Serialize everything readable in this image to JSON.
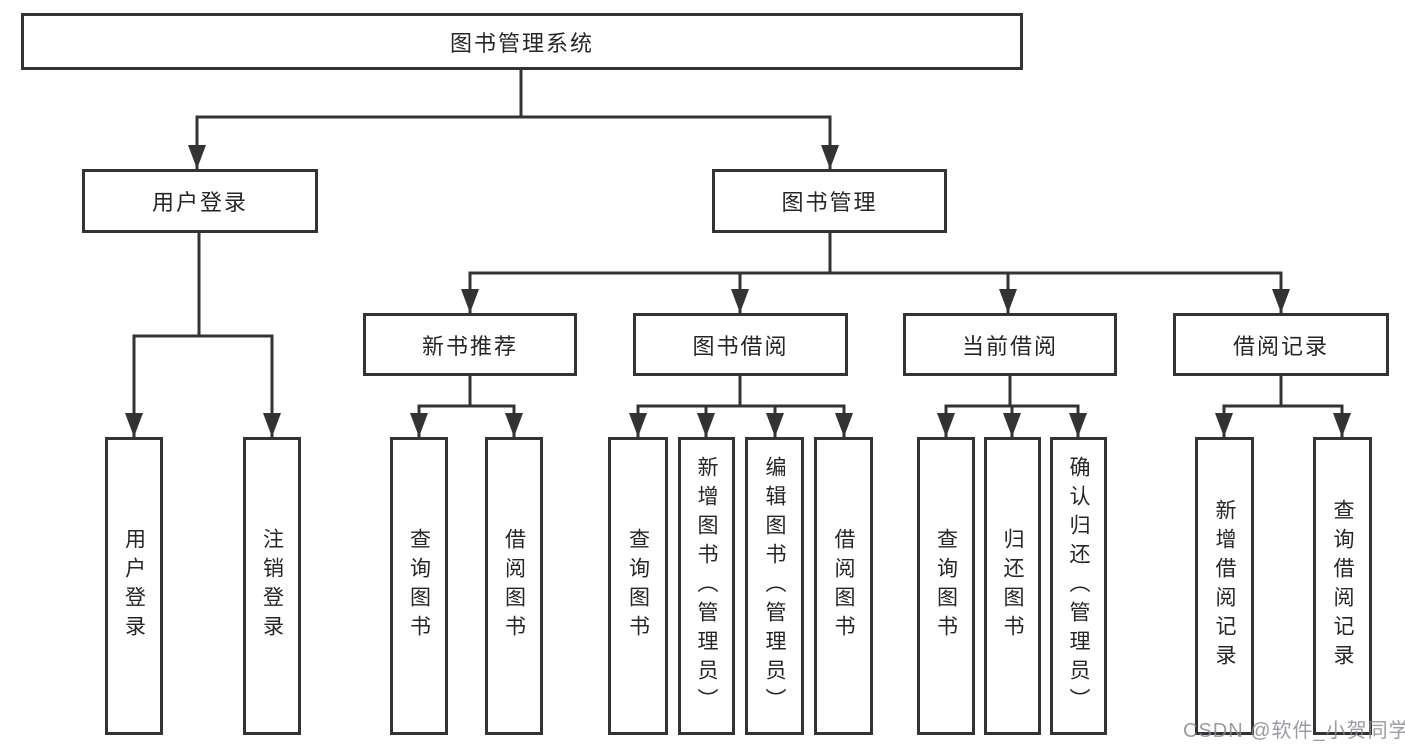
{
  "diagram": {
    "type": "tree",
    "root": {
      "label": "图书管理系统",
      "children": [
        {
          "label": "用户登录",
          "children": [
            {
              "label": "用户登录"
            },
            {
              "label": "注销登录"
            }
          ]
        },
        {
          "label": "图书管理",
          "children": [
            {
              "label": "新书推荐",
              "children": [
                {
                  "label": "查询图书"
                },
                {
                  "label": "借阅图书"
                }
              ]
            },
            {
              "label": "图书借阅",
              "children": [
                {
                  "label": "查询图书"
                },
                {
                  "label": "新增图书（管理员）"
                },
                {
                  "label": "编辑图书（管理员）"
                },
                {
                  "label": "借阅图书"
                }
              ]
            },
            {
              "label": "当前借阅",
              "children": [
                {
                  "label": "查询图书"
                },
                {
                  "label": "归还图书"
                },
                {
                  "label": "确认归还（管理员）"
                }
              ]
            },
            {
              "label": "借阅记录",
              "children": [
                {
                  "label": "新增借阅记录"
                },
                {
                  "label": "查询借阅记录"
                }
              ]
            }
          ]
        }
      ]
    },
    "colors": {
      "line": "#333333",
      "text": "#262626",
      "box_background": "#ffffff"
    }
  },
  "watermark": {
    "text": "CSDN @软件_小贺同学"
  }
}
